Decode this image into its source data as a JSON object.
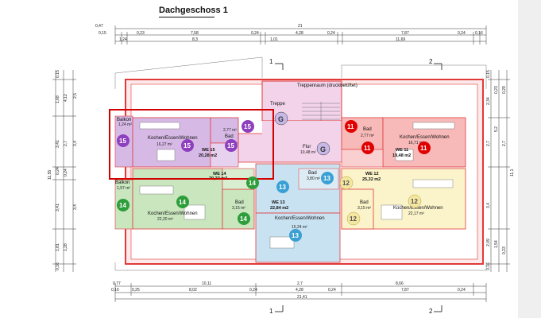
{
  "title": "Dachgeschoss 1",
  "top_dims": {
    "row0": [
      "0,47",
      "21"
    ],
    "row1": [
      "0,15",
      "0,23",
      "7,58",
      "0,24",
      "4,28",
      "0,24",
      "7,87",
      "0,24",
      "0,16"
    ],
    "row2": [
      "1,24",
      "8,3",
      "1,01",
      "11,69"
    ]
  },
  "bottom_dims": {
    "row0": [
      "0,77",
      "10,11",
      "2,7",
      "8,66"
    ],
    "row1": [
      "0,16",
      "0,25",
      "8,02",
      "0,24",
      "4,28",
      "0,24",
      "7,87",
      "0,24"
    ],
    "row2": [
      "21,41"
    ]
  },
  "left_dims": [
    "0,15",
    "1,68",
    "4,12",
    "0,24",
    "3,41",
    "2,7",
    "3,4",
    "0,24",
    "3,41",
    "1,81",
    "1,28",
    "0,16",
    "11,55",
    "2,5",
    "3,4"
  ],
  "right_dims": [
    "0,15",
    "2,34",
    "0,23",
    "0,29",
    "5,2",
    "2,7",
    "2,7",
    "3,4",
    "11,1",
    "2,09",
    "1,54",
    "0,23",
    "0,16"
  ],
  "section_marks": [
    "1",
    "2",
    "1",
    "2"
  ],
  "rooms": {
    "treppenraum": "Treppenraum (druckbelüftet)",
    "treppe": "Treppe",
    "flur": "Flur",
    "flur_area": "10,48 m²",
    "balkon_15": "Balkon",
    "balkon_15_area": "1,24 m²",
    "kochen_15": "Kochen/Essen/Wohnen",
    "kochen_15_area": "16,27 m²",
    "bad_15": "Bad",
    "bad_15_area": "2,77 m²",
    "we15": "WE 15",
    "we15_area": "20,28 m2",
    "we14": "WE 14",
    "we14_area": "20,22 m2",
    "balkon_14": "Balkon",
    "balkon_14_area": "1,97 m²",
    "kochen_14": "Kochen/Essen/Wohnen",
    "kochen_14_area": "22,20 m²",
    "bad_14": "Bad",
    "bad_14_area": "3,15 m²",
    "bad_13": "Bad",
    "bad_13_area": "3,80 m²",
    "we13": "WE 13",
    "we13_area": "22,84 m2",
    "kochen_13": "Kochen/Essen/Wohnen",
    "kochen_13_area": "15,24 m²",
    "bad_11": "Bad",
    "bad_11_area": "2,77 m²",
    "kochen_11": "Kochen/Essen/Wohnen",
    "kochen_11_area": "16,71 m²",
    "we11": "WE 11",
    "we11_area": "19,48 m2",
    "we12": "WE 12",
    "we12_area": "25,32 m2",
    "bad_12": "Bad",
    "bad_12_area": "3,15 m²",
    "kochen_12": "Kochen/Essen/Wohnen",
    "kochen_12_area": "22,17 m²"
  },
  "badges": {
    "g": "G",
    "n15": "15",
    "n14": "14",
    "n13": "13",
    "n12": "12",
    "n11": "11"
  },
  "colors": {
    "we15": "#d7b9e6",
    "we14": "#c9e6bf",
    "we13": "#c9e2f1",
    "we12": "#fbf3c9",
    "we11": "#f8b9b9",
    "common": "#f2d3e9",
    "wall_red": "#e03a3a",
    "highlight": "#d40000",
    "badge15": "#8e3fbd",
    "badge14": "#2e9e3a",
    "badge13": "#3aa0d4",
    "badge12": "#f4e7a2",
    "badge11": "#e00000",
    "badgeG": "#c8b8e8"
  }
}
